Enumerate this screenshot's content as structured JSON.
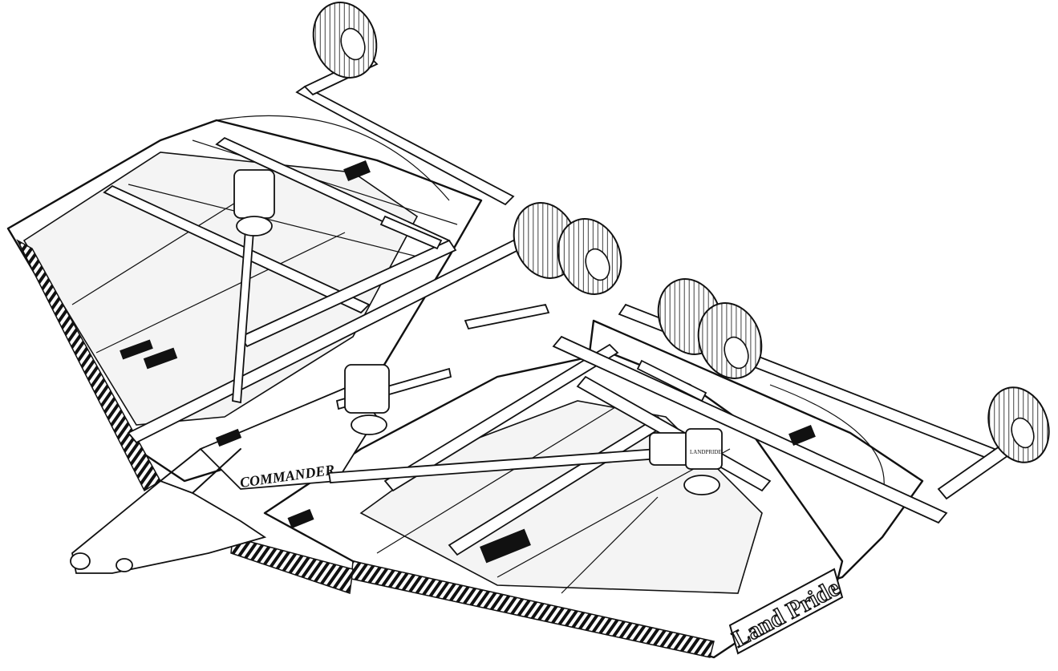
{
  "illustration": {
    "brand_text": "Land Pride",
    "model_text": "COMMANDER",
    "gearbox_label": "LANDPRIDE"
  }
}
